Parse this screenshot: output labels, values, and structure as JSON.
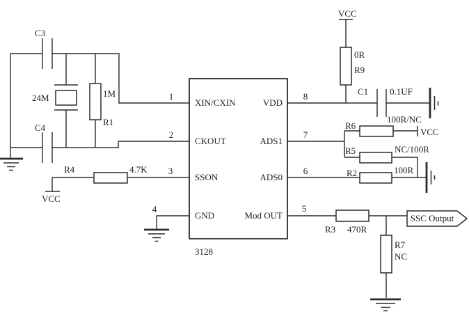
{
  "colors": {
    "background": "#ffffff",
    "line": "#2b2b2b",
    "text": "#1f1f1f"
  },
  "ic": {
    "part_number": "3128",
    "left_pins": [
      {
        "number": "1",
        "label": "XIN/CXIN"
      },
      {
        "number": "2",
        "label": "CKOUT"
      },
      {
        "number": "3",
        "label": "SSON"
      },
      {
        "number": "4",
        "label": "GND"
      }
    ],
    "right_pins": [
      {
        "number": "8",
        "label": "VDD"
      },
      {
        "number": "7",
        "label": "ADS1"
      },
      {
        "number": "6",
        "label": "ADS0"
      },
      {
        "number": "5",
        "label": "Mod OUT"
      }
    ]
  },
  "components": {
    "c3": {
      "ref": "C3"
    },
    "crystal": {
      "value": "24M"
    },
    "r1": {
      "ref": "R1",
      "value": "1M"
    },
    "c4": {
      "ref": "C4"
    },
    "r4": {
      "ref": "R4",
      "value": "4.7K"
    },
    "r9": {
      "ref": "R9",
      "value": "0R"
    },
    "c1": {
      "ref": "C1",
      "value": "0.1UF"
    },
    "r6": {
      "ref": "R6",
      "value": "100R/NC"
    },
    "r5": {
      "ref": "R5",
      "value": "NC/100R"
    },
    "r2": {
      "ref": "R2",
      "value": "100R"
    },
    "r3": {
      "ref": "R3",
      "value": "470R"
    },
    "r7": {
      "ref": "R7",
      "value": "NC"
    }
  },
  "power": {
    "vcc_top": "VCC",
    "vcc_r4": "VCC",
    "vcc_r6": "VCC"
  },
  "output": {
    "label": "SSC Output"
  }
}
